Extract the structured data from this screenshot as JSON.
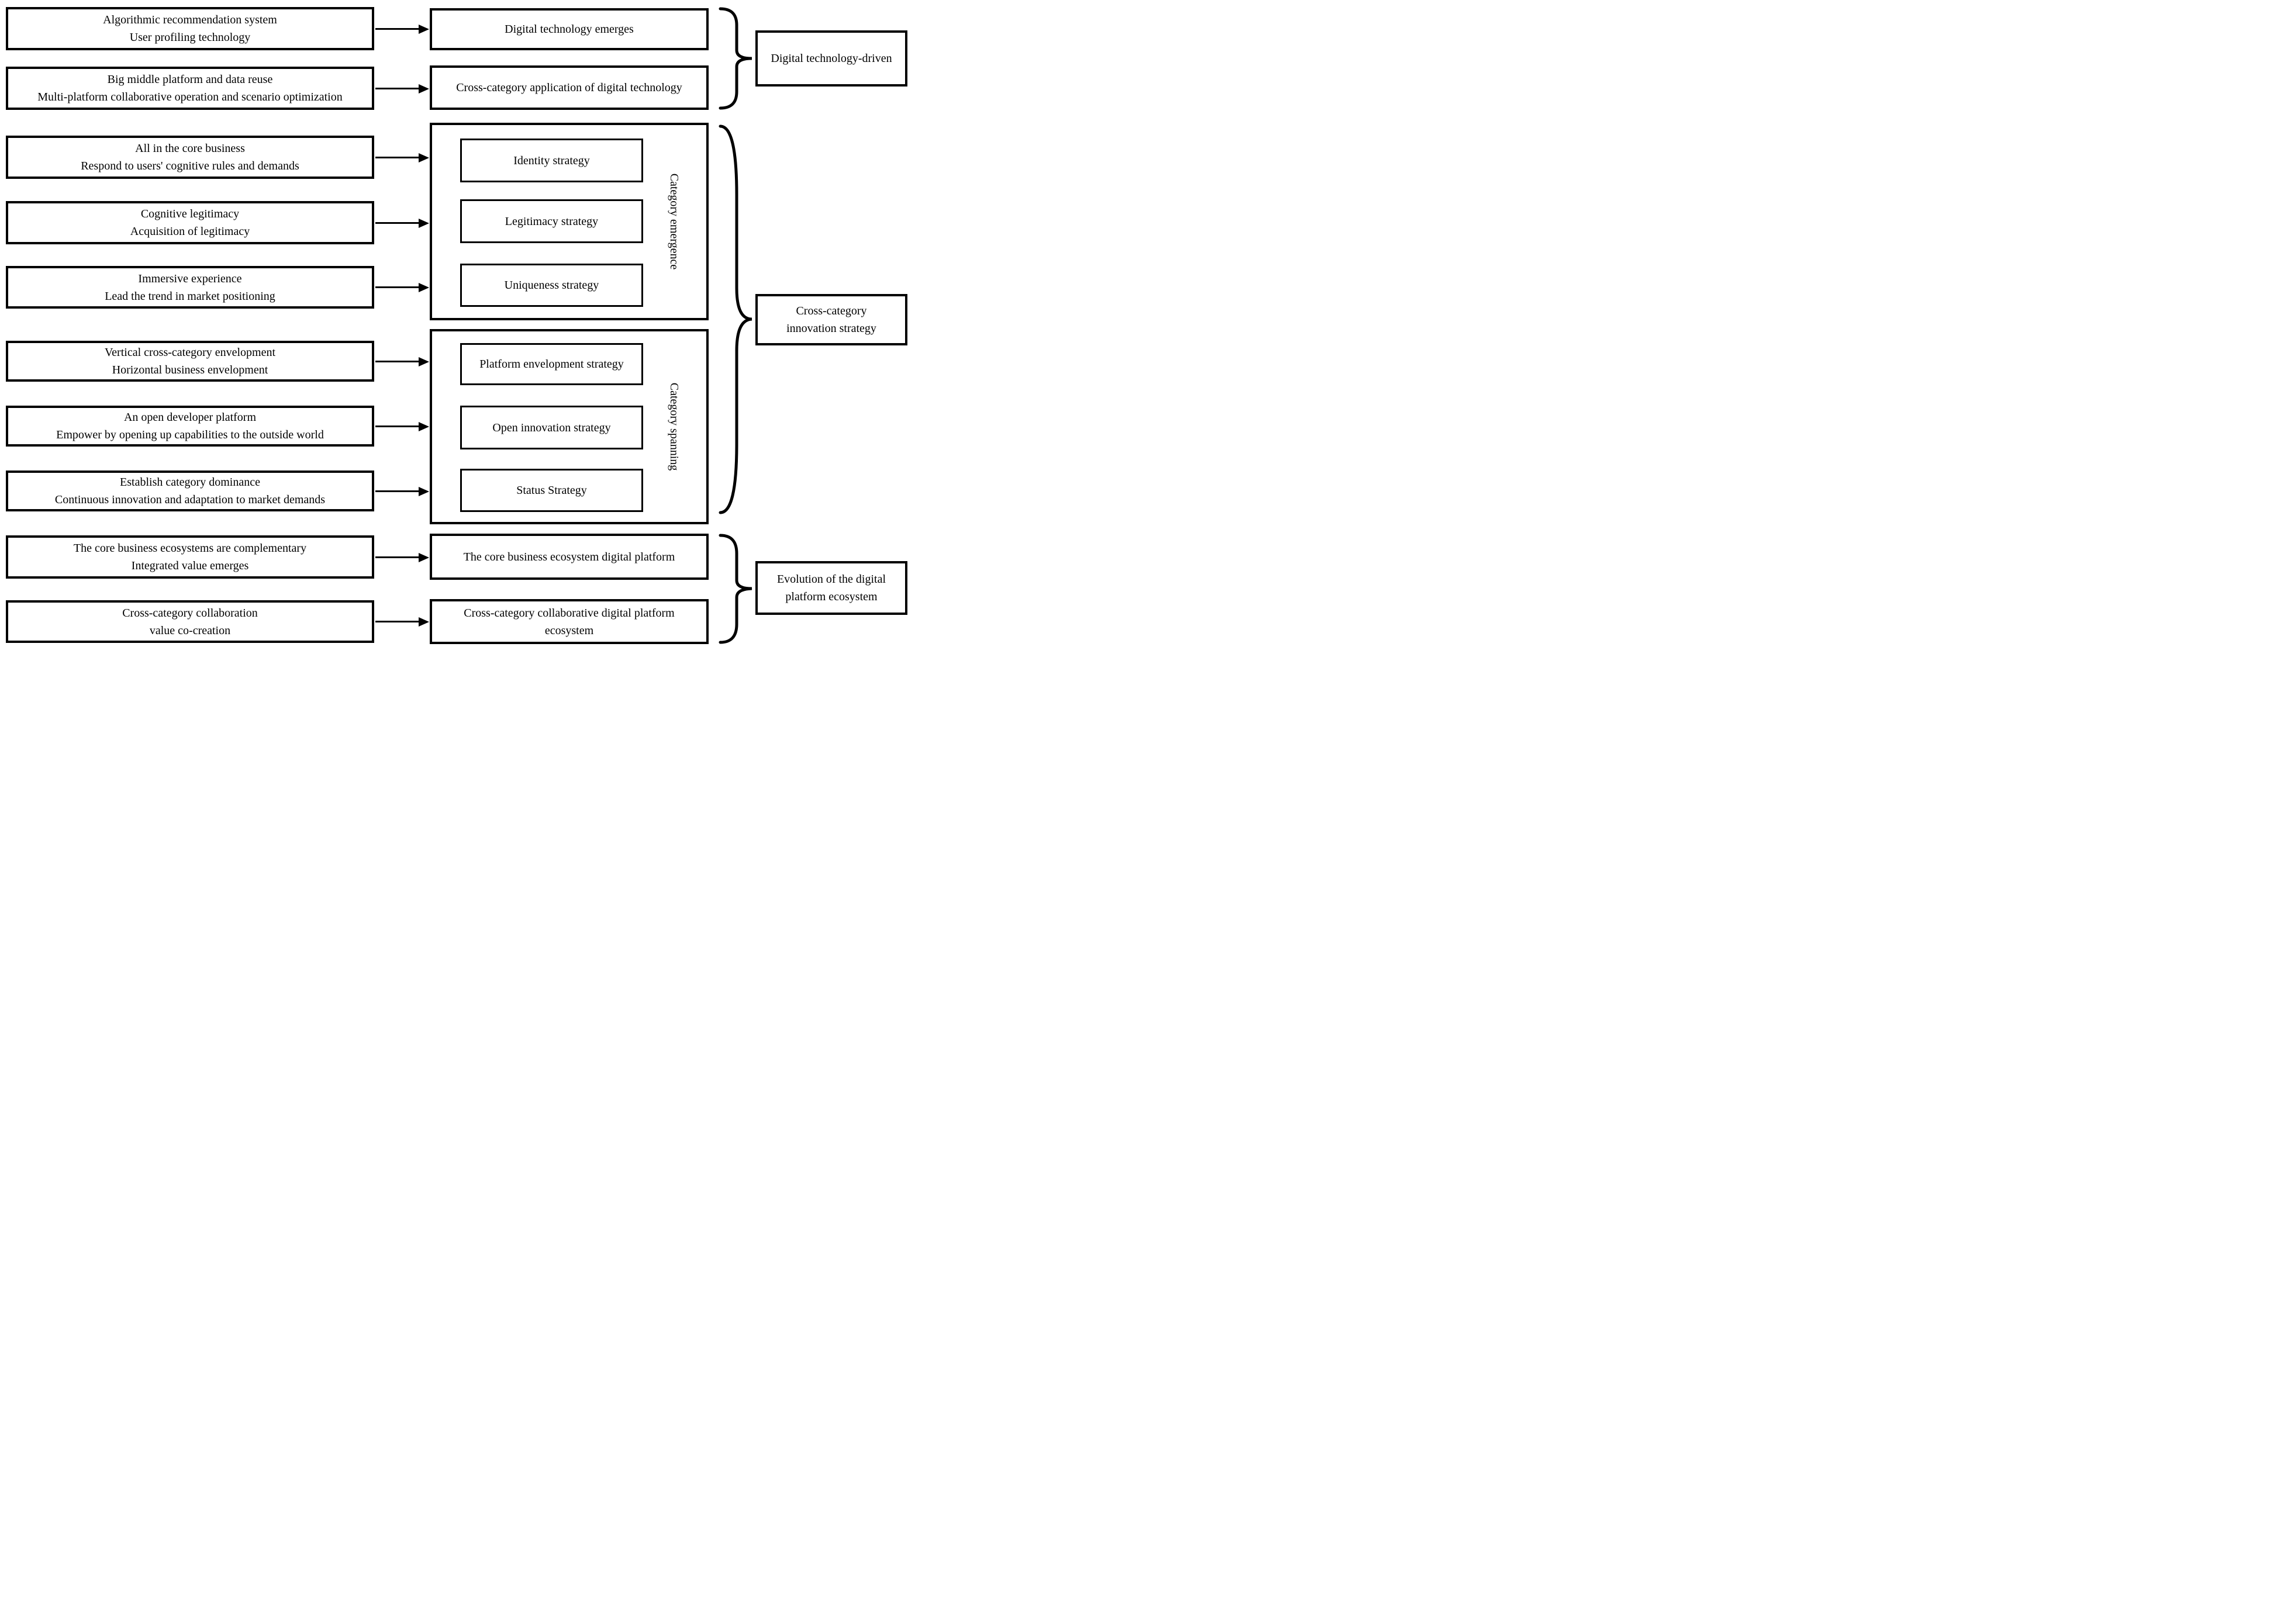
{
  "left_column": [
    {
      "line1": "Algorithmic recommendation system",
      "line2": "User profiling technology"
    },
    {
      "line1": "Big middle platform and data reuse",
      "line2": "Multi-platform collaborative operation and scenario optimization"
    },
    {
      "line1": "All in the core business",
      "line2": "Respond to users' cognitive rules and demands"
    },
    {
      "line1": "Cognitive legitimacy",
      "line2": "Acquisition of legitimacy"
    },
    {
      "line1": "Immersive experience",
      "line2": "Lead the trend in market positioning"
    },
    {
      "line1": "Vertical cross-category envelopment",
      "line2": "Horizontal business envelopment"
    },
    {
      "line1": "An open developer platform",
      "line2": "Empower by opening up capabilities to the outside world"
    },
    {
      "line1": "Establish category dominance",
      "line2": "Continuous innovation and adaptation to market demands"
    },
    {
      "line1": "The core business ecosystems are complementary",
      "line2": "Integrated value emerges"
    },
    {
      "line1": "Cross-category collaboration",
      "line2": "value co-creation"
    }
  ],
  "middle_column": {
    "top_boxes": [
      "Digital technology emerges",
      "Cross-category application of digital technology"
    ],
    "emergence_group": {
      "vertical_label": "Category emergence",
      "boxes": [
        "Identity strategy",
        "Legitimacy strategy",
        "Uniqueness strategy"
      ]
    },
    "spanning_group": {
      "vertical_label": "Category spanning",
      "boxes": [
        "Platform envelopment strategy",
        "Open innovation strategy",
        "Status Strategy"
      ]
    },
    "bottom_boxes": [
      {
        "lines": [
          "The core business ecosystem digital platform"
        ]
      },
      {
        "lines": [
          "Cross-category collaborative digital platform",
          "ecosystem"
        ]
      }
    ]
  },
  "right_column": [
    {
      "lines": [
        "Digital technology-driven"
      ]
    },
    {
      "lines": [
        "Cross-category",
        "innovation strategy"
      ]
    },
    {
      "lines": [
        "Evolution of the digital",
        "platform ecosystem"
      ]
    }
  ],
  "colors": {
    "line": "#000000",
    "background": "#ffffff"
  }
}
